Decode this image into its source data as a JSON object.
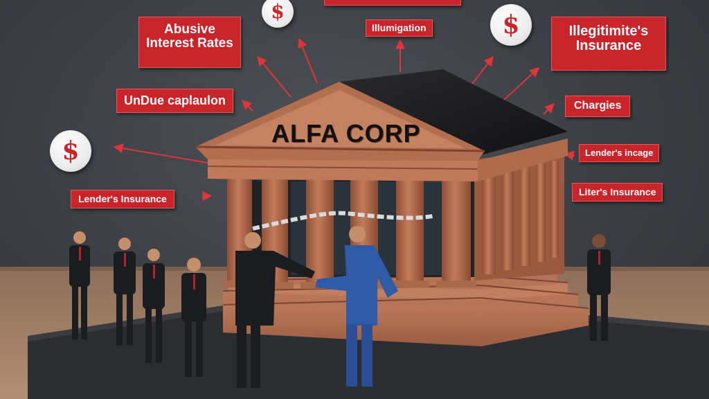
{
  "building": {
    "name": "ALFA CORP"
  },
  "labels": {
    "abusive_rates": "Abusive\nInterest Rates",
    "illumigation": "Illumigation",
    "illegitimate_insurance": "Illegitimite's\nInsurance",
    "undue_capitalization": "UnDue caplaulon",
    "charges": "Chargies",
    "lenders_insurance_left": "Lender's Insurance",
    "lenders_incage": "Lender's incage",
    "liters_insurance": "Liter's Insurance"
  },
  "coin_symbol": "$",
  "colors": {
    "accent_red": "#c8242a",
    "building": "#b06a4c",
    "roof": "#1f1f22",
    "background": "#3e4146",
    "table_wood": "#9b7a62",
    "base": "#2d2e31",
    "suit_dark": "#1b1c1f",
    "suit_blue": "#2f5aa8"
  }
}
